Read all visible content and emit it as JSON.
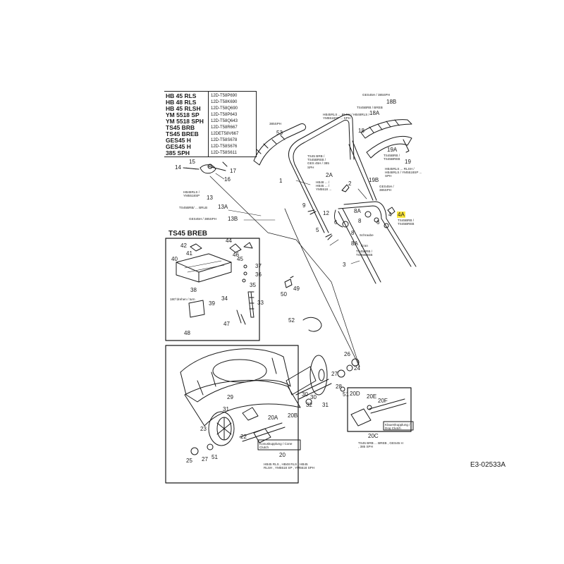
{
  "diagram_id": "E3-02533A",
  "models": [
    {
      "name": "HB 45 RLS",
      "code": "12D-T58P690"
    },
    {
      "name": "HB 48 RLS",
      "code": "12D-T58K690"
    },
    {
      "name": "HB 45 RLSH",
      "code": "12D-T58Q690"
    },
    {
      "name": "YM 5518 SP",
      "code": "12D-T58P643"
    },
    {
      "name": "YM 5518 SPH",
      "code": "12D-T58Q643"
    },
    {
      "name": "TS45 BRB",
      "code": "12D-T58R667"
    },
    {
      "name": "TS45 BREB",
      "code": "12DET58V667"
    },
    {
      "name": "GES45 H",
      "code": "12D-T58S678"
    },
    {
      "name": "GES45 H",
      "code": "12D-T58S676"
    },
    {
      "name": "385 SPH",
      "code": "12D-T58S611"
    }
  ],
  "inset_title": "TS45 BREB",
  "inset_notes": {
    "turn": "180°drehen / turn"
  },
  "handle_notes": {
    "top": "GES45H / 385SPH",
    "p18_models": "TS45BRB / BREB",
    "p18b_models": "HB45RLS ... RLSH / HB48RLS / YM5518SP ... SPH",
    "p19a_models": "TS45BRB / TS45BREB",
    "p19_models": "HB45RLS ... RLSH / HB48RLS / YM5518SP ... SPH",
    "p19b_models": "GES45H / 385SPH",
    "p53_models": "385SPH",
    "p1_models": "TS45 BRB / TS45BREB / GES 45H / 385 SPH",
    "p2a_models": "HB48 ... / HB45 ... / YM5518 ...",
    "p4a_models": "TS45BRB / TS45BREB",
    "p8a_note": "Schraube",
    "p8a2_note": "Cran",
    "p8a2_models": "TS45BRB / TS45BREB",
    "p13_models": "HB45RLS / YM5518SP",
    "p13a_models": "TS45BRB/ ... BRLB",
    "p13b_models": "GES45H / 385SPH"
  },
  "clutch_notes": {
    "cone_clutch": "Konuskupplung / Cone Clutch",
    "cone_models": "HB45 RLS , HB48 RLS , HB45 RLSH , YM5518 SP , YM5518 SPH",
    "dog_clutch": "Klauenkupplung / Dog Clutch",
    "dog_models": "TS45 BRB ... BREB , GES45 H , 385 SPH"
  },
  "callouts": {
    "c1": "1",
    "c2": "2",
    "c2a": "2A",
    "c3": "3",
    "c4": "4",
    "c4a": "4A",
    "c5": "5",
    "c6a": "6",
    "c6b": "6",
    "c8a": "8",
    "c8b": "8",
    "c8Aa": "8A",
    "c8Ab": "8A",
    "c9": "9",
    "c12": "12",
    "c13": "13",
    "c13A": "13A",
    "c13B": "13B",
    "c14": "14",
    "c15": "15",
    "c16": "16",
    "c17": "17",
    "c18": "18",
    "c18A": "18A",
    "c18B": "18B",
    "c19": "19",
    "c19A": "19A",
    "c19B": "19B",
    "c20": "20",
    "c20A": "20A",
    "c20B": "20B",
    "c20C": "20C",
    "c20D": "20D",
    "c20E": "20E",
    "c20F": "20F",
    "c22": "22",
    "c23": "23",
    "c24": "24",
    "c25": "25",
    "c26": "26",
    "c27a": "27",
    "c27b": "27",
    "c28": "28",
    "c29": "29",
    "c30a": "30",
    "c30b": "30",
    "c31a": "31",
    "c31b": "31",
    "c32": "32",
    "c33": "33",
    "c34": "34",
    "c35": "35",
    "c36": "36",
    "c37": "37",
    "c38": "38",
    "c39": "39",
    "c40": "40",
    "c41": "41",
    "c42": "42",
    "c44": "44",
    "c45": "45",
    "c46": "46",
    "c47": "47",
    "c48": "48",
    "c49": "49",
    "c50": "50",
    "c51a": "51",
    "c51b": "51",
    "c52": "52",
    "c53": "53"
  },
  "colors": {
    "line": "#1a1a1a",
    "highlight": "#ffe83a",
    "paper": "#ffffff"
  }
}
